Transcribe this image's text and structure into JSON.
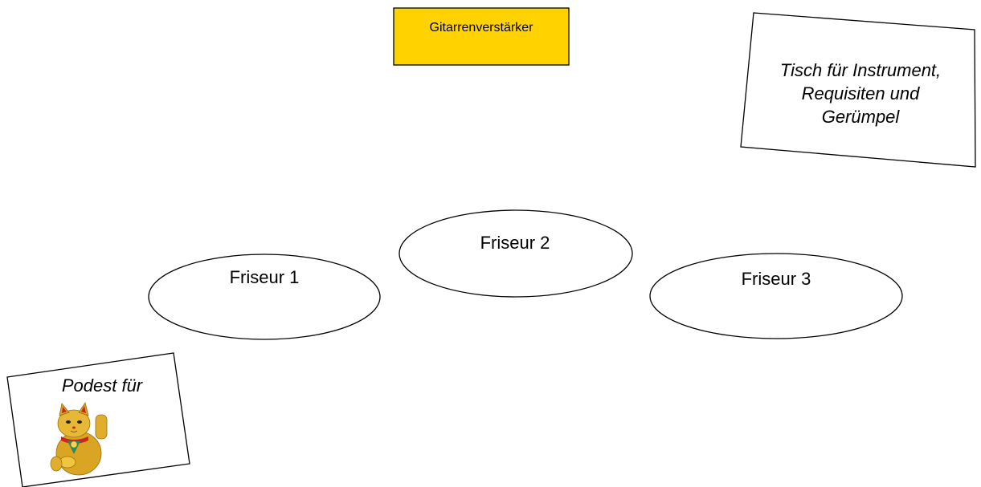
{
  "amp": {
    "label": "Gitarrenverstärker",
    "fill": "#FFD200"
  },
  "table": {
    "lines": [
      "Tisch für Instrument,",
      "Requisiten und",
      "Gerümpel"
    ]
  },
  "stations": [
    {
      "label": "Friseur 1"
    },
    {
      "label": "Friseur 2"
    },
    {
      "label": "Friseur 3"
    }
  ],
  "podest": {
    "label": "Podest für",
    "figure_icon": "lucky-cat-icon"
  },
  "colors": {
    "stroke": "#000000",
    "background": "#FFFFFF",
    "cat_gold": "#D4A020",
    "cat_red": "#C8281E",
    "cat_green": "#2E8B57"
  }
}
